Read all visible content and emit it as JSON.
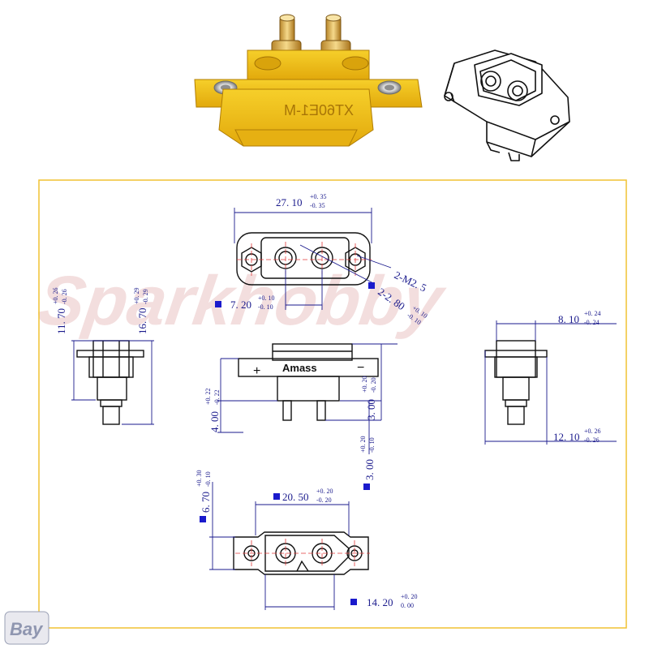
{
  "watermark": "Sparkhobby",
  "part_marking": "XT60E1-M",
  "brand_marking": "Amass",
  "polarity": {
    "plus": "+",
    "minus": "−"
  },
  "corner_logo": "Bay",
  "dims": {
    "width": {
      "base": "27. 10",
      "plus": "+0. 35",
      "minus": "-0. 35"
    },
    "screw": {
      "text": "2-M2. 5"
    },
    "hole_dia": {
      "base": "2-2. 80",
      "plus": "+0. 10",
      "minus": "-0. 10"
    },
    "pin_pitch": {
      "base": "7. 20",
      "plus": "+0. 10",
      "minus": "-0. 10"
    },
    "left_h1": {
      "base": "11. 70",
      "plus": "+0. 26",
      "minus": "-0. 26"
    },
    "left_h2": {
      "base": "16. 70",
      "plus": "+0. 29",
      "minus": "-0. 29"
    },
    "right_w1": {
      "base": "8. 10",
      "plus": "+0. 24",
      "minus": "-0. 24"
    },
    "right_w2": {
      "base": "12. 10",
      "plus": "+0. 26",
      "minus": "-0. 26"
    },
    "front_pin": {
      "base": "4. 00",
      "plus": "+0. 22",
      "minus": "-0. 22"
    },
    "front_r": {
      "base": "3. 00",
      "plus": "+0. 20",
      "minus": "-0. 20"
    },
    "front_b": {
      "base": "3. 00",
      "plus": "+0. 20",
      "minus": "-0. 10"
    },
    "bottom_h": {
      "base": "6. 70",
      "plus": "+0. 30",
      "minus": "-0. 10"
    },
    "bottom_w": {
      "base": "20. 50",
      "plus": "+0. 20",
      "minus": "-0. 20"
    },
    "bottom_w2": {
      "base": "14. 20",
      "plus": "+0. 20",
      "minus": "0. 00"
    }
  }
}
